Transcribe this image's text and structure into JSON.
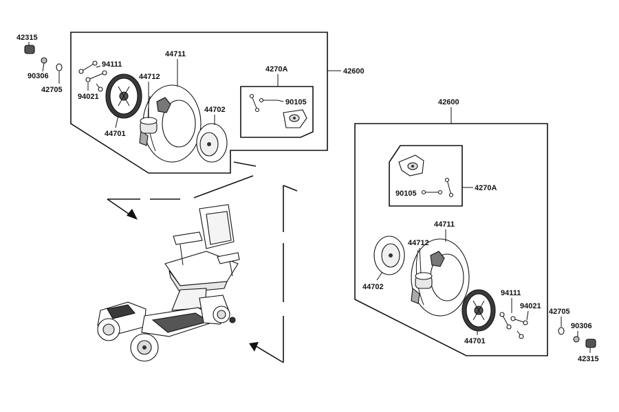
{
  "labels": {
    "l42315_a": "42315",
    "l90306_a": "90306",
    "l42705_a": "42705",
    "l94111_a": "94111",
    "l94021_a": "94021",
    "l44701_a": "44701",
    "l44712_a": "44712",
    "l44711_a": "44711",
    "l44702_a": "44702",
    "l4270A_a": "4270A",
    "l90105_a": "90105",
    "l42600_a": "42600",
    "l42600_b": "42600",
    "l90105_b": "90105",
    "l4270A_b": "4270A",
    "l44711_b": "44711",
    "l44712_b": "44712",
    "l44702_b": "44702",
    "l94111_b": "94111",
    "l94021_b": "94021",
    "l44701_b": "44701",
    "l42705_b": "42705",
    "l90306_b": "90306",
    "l42315_b": "42315"
  }
}
